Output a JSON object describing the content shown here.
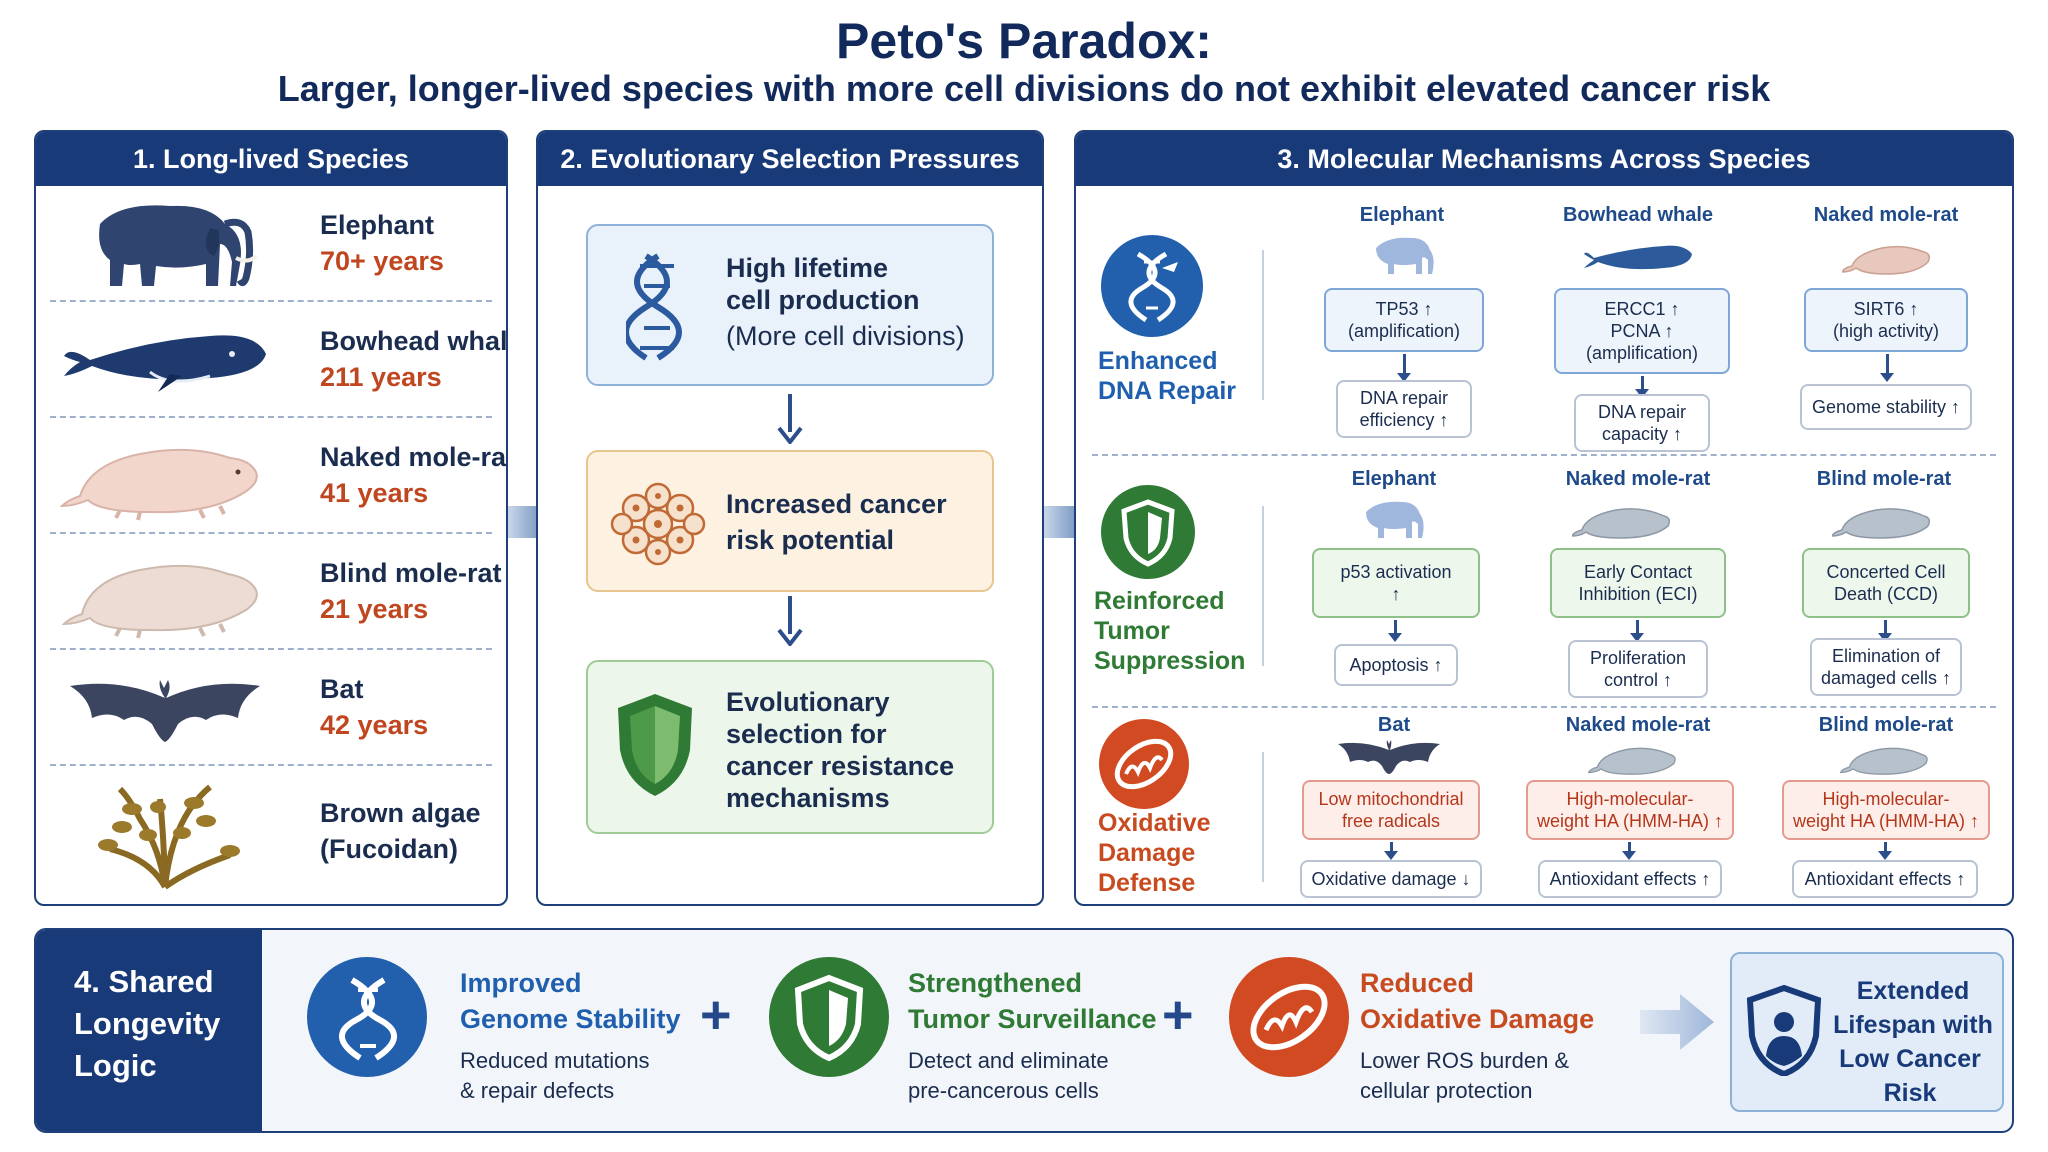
{
  "header": {
    "title": "Peto's Paradox:",
    "subtitle": "Larger, longer-lived species with more cell divisions do not exhibit elevated cancer risk"
  },
  "panel1": {
    "heading": "1. Long-lived Species",
    "species": [
      {
        "name": "Elephant",
        "years": "70+ years",
        "icon": "elephant-icon"
      },
      {
        "name": "Bowhead whale",
        "years": "211 years",
        "icon": "whale-icon"
      },
      {
        "name": "Naked mole-rat",
        "years": "41 years",
        "icon": "mole-rat-icon"
      },
      {
        "name": "Blind mole-rat",
        "years": "21 years",
        "icon": "mole-rat-icon"
      },
      {
        "name": "Bat",
        "years": "42 years",
        "icon": "bat-icon"
      },
      {
        "name": "Brown algae",
        "years": "(Fucoidan)",
        "icon": "algae-icon"
      }
    ]
  },
  "panel2": {
    "heading": "2. Evolutionary Selection Pressures",
    "box1": {
      "line1": "High lifetime",
      "line2": "cell production",
      "line3": "(More cell divisions)"
    },
    "box2": {
      "line1": "Increased cancer",
      "line2": "risk potential"
    },
    "box3": {
      "line1": "Evolutionary",
      "line2": "selection for",
      "line3": "cancer resistance",
      "line4": "mechanisms"
    }
  },
  "panel3": {
    "heading": "3. Molecular Mechanisms Across Species",
    "rows": [
      {
        "label1": "Enhanced",
        "label2": "DNA Repair",
        "label3": "",
        "color": "#1f5fae",
        "cols": [
          {
            "species": "Elephant",
            "top": "TP53 ↑\n(amplification)",
            "bottom": "DNA repair\nefficiency ↑"
          },
          {
            "species": "Bowhead whale",
            "top": "ERCC1 ↑\nPCNA ↑\n(amplification)",
            "bottom": "DNA repair\ncapacity ↑"
          },
          {
            "species": "Naked mole-rat",
            "top": "SIRT6 ↑\n(high activity)",
            "bottom": "Genome stability ↑"
          }
        ]
      },
      {
        "label1": "Reinforced",
        "label2": "Tumor",
        "label3": "Suppression",
        "color": "#2f7a34",
        "cols": [
          {
            "species": "Elephant",
            "top": "p53 activation\n↑",
            "bottom": "Apoptosis ↑"
          },
          {
            "species": "Naked mole-rat",
            "top": "Early Contact\nInhibition (ECI)",
            "bottom": "Proliferation\ncontrol ↑"
          },
          {
            "species": "Blind mole-rat",
            "top": "Concerted Cell\nDeath (CCD)",
            "bottom": "Elimination of\ndamaged cells ↑"
          }
        ]
      },
      {
        "label1": "Oxidative",
        "label2": "Damage",
        "label3": "Defense",
        "color": "#c84a1f",
        "cols": [
          {
            "species": "Bat",
            "top": "Low mitochondrial\nfree radicals",
            "bottom": "Oxidative damage ↓"
          },
          {
            "species": "Naked mole-rat",
            "top": "High-molecular-\nweight HA (HMM-HA) ↑",
            "bottom": "Antioxidant effects ↑"
          },
          {
            "species": "Blind mole-rat",
            "top": "High-molecular-\nweight HA (HMM-HA) ↑",
            "bottom": "Antioxidant effects ↑"
          }
        ]
      }
    ]
  },
  "panel4": {
    "heading1": "4. Shared",
    "heading2": "Longevity",
    "heading3": "Logic",
    "items": [
      {
        "title1": "Improved",
        "title2": "Genome Stability",
        "sub1": "Reduced mutations",
        "sub2": "& repair defects"
      },
      {
        "title1": "Strengthened",
        "title2": "Tumor Surveillance",
        "sub1": "Detect and eliminate",
        "sub2": "pre-cancerous cells"
      },
      {
        "title1": "Reduced",
        "title2": "Oxidative Damage",
        "sub1": "Lower ROS burden &",
        "sub2": "cellular protection"
      }
    ],
    "plus": "+",
    "result1": "Extended",
    "result2": "Lifespan with",
    "result3": "Low Cancer Risk"
  },
  "colors": {
    "navy": "#183a78",
    "blue": "#1f5fae",
    "green": "#2f7a34",
    "red": "#c84a1f",
    "orange": "#c0461f"
  }
}
